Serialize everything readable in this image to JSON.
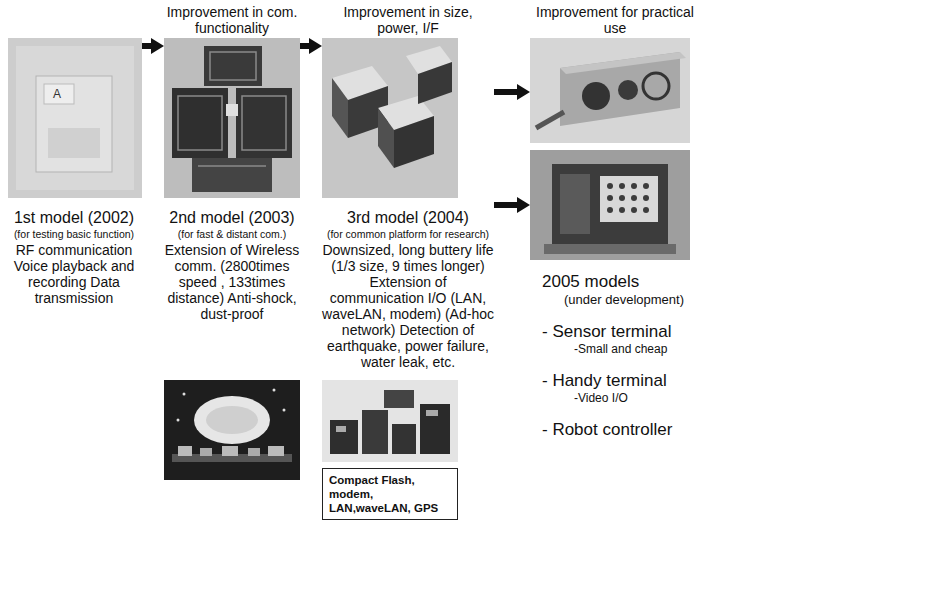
{
  "diagram": {
    "nodes": [
      {
        "text": [
          "1st model (2002)",
          "(for testing basic function)",
          "RF communication Voice playback and recording Data transmission"
        ]
      },
      {
        "text": [
          "Improvement in com. functionality",
          "2nd model (2003)",
          "(for fast & distant com.)",
          "Extension of Wireless comm. (2800times speed , 133times distance) Anti-shock, dust-proof"
        ]
      },
      {
        "text": [
          "Improvement in size, power, I/F",
          "3rd model (2004)",
          "(for common platform for research)",
          "Downsized, long buttery life (1/3 size, 9 times longer) Extension of communication I/O (LAN, waveLAN, modem) (Ad-hoc network) Detection of earthquake, power failure, water leak, etc."
        ]
      },
      {
        "text": [
          "Improvement for practical use"
        ]
      },
      {
        "text": [
          "2005 models",
          "(under development)",
          "- Sensor terminal",
          "-Small and cheap",
          "- Handy terminal",
          "-Video I/O",
          "- Robot controller"
        ]
      },
      {
        "text": [
          "Compact Flash, modem, LAN,waveLAN, GPS"
        ]
      }
    ],
    "edges": [
      {
        "from": 0,
        "to": 1,
        "arrow": "to"
      },
      {
        "from": 1,
        "to": 2,
        "arrow": "to"
      },
      {
        "from": 2,
        "to": 3,
        "arrow": "to"
      },
      {
        "from": 2,
        "to": 4,
        "arrow": "to"
      }
    ],
    "labels": [
      "A"
    ]
  }
}
